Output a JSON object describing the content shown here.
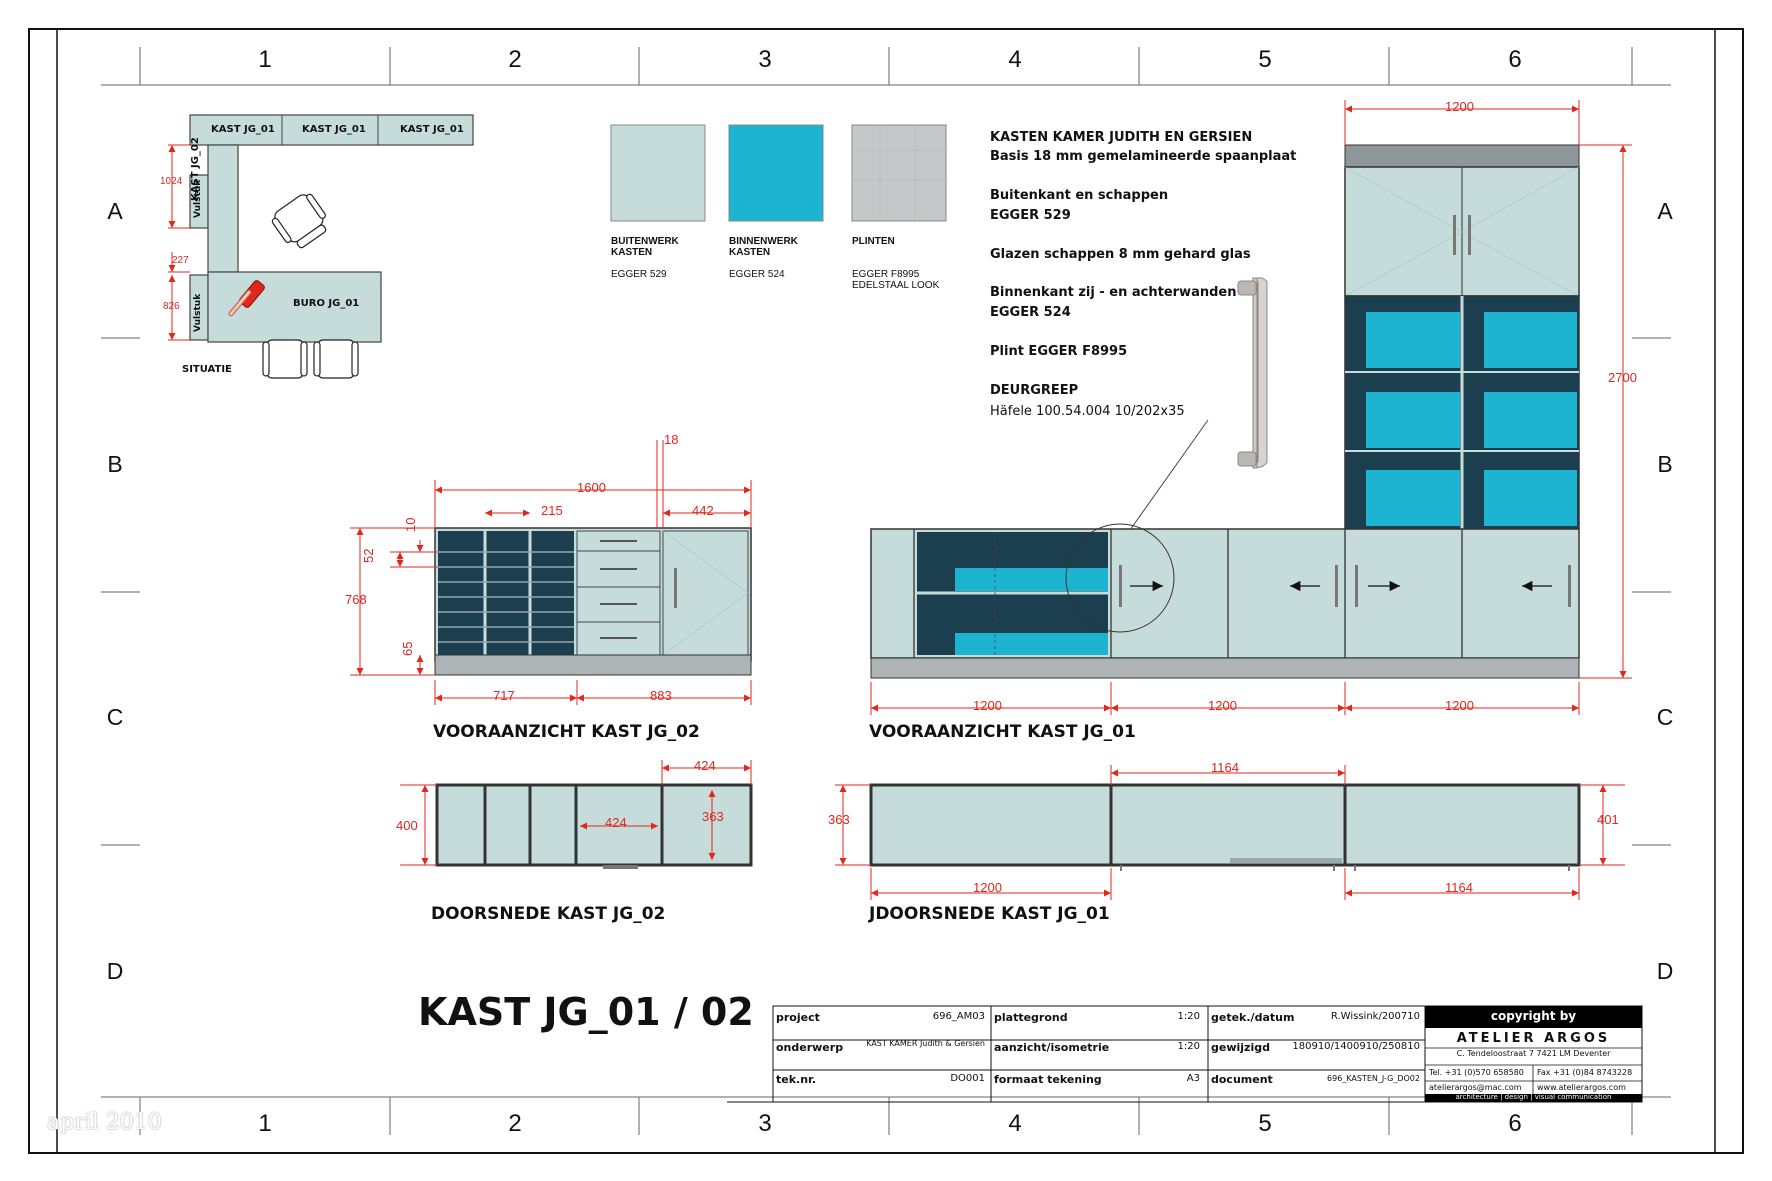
{
  "grid": {
    "columns": [
      "1",
      "2",
      "3",
      "4",
      "5",
      "6"
    ],
    "rows": [
      "A",
      "B",
      "C",
      "D"
    ]
  },
  "situatie": {
    "kast_labels": [
      "KAST JG_01",
      "KAST JG_01",
      "KAST JG_01"
    ],
    "kast_jg02": "KAST JG_02",
    "vulstuk_1": "Vulstuk",
    "vulstuk_2": "Vulstuk",
    "buro": "BURO JG_01",
    "title": "SITUATIE",
    "dim_1024": "1024",
    "dim_227": "227",
    "dim_826": "826"
  },
  "swatches": [
    {
      "label": "BUITENWERK\nKASTEN",
      "value": "EGGER 529",
      "color": "#c6dcdb"
    },
    {
      "label": "BINNENWERK\nKASTEN",
      "value": "EGGER 524",
      "color": "#1cb4d0"
    },
    {
      "label": "PLINTEN",
      "value": "EGGER F8995\nEDELSTAAL LOOK",
      "color": "#c5c7c8"
    }
  ],
  "spec": {
    "title": "KASTEN KAMER JUDITH EN GERSIEN",
    "basis": "Basis 18 mm gemelamineerde spaanplaat",
    "buitenkant": "Buitenkant en schappen",
    "buitenkant_val": "EGGER 529",
    "glazen": "Glazen schappen 8 mm gehard glas",
    "binnenkant": "Binnenkant zij - en achterwanden",
    "binnenkant_val": "EGGER 524",
    "plint": "Plint EGGER F8995",
    "deurgreep": "DEURGREEP",
    "hafele": "Häfele 100.54.004 10/202x35"
  },
  "jg02_front": {
    "title": "VOORAANZICHT KAST JG_02",
    "dims": {
      "d18": "18",
      "d1600": "1600",
      "d215": "215",
      "d442": "442",
      "d10": "10",
      "d52": "52",
      "d768": "768",
      "d65": "65",
      "d717": "717",
      "d883": "883"
    }
  },
  "jg01_front": {
    "title": "VOORAANZICHT KAST JG_01",
    "dims": {
      "d1200_top": "1200",
      "d2700": "2700",
      "d1200_a": "1200",
      "d1200_b": "1200",
      "d1200_c": "1200"
    }
  },
  "jg02_section": {
    "title": "DOORSNEDE KAST JG_02",
    "dims": {
      "d424_top": "424",
      "d424_mid": "424",
      "d400": "400",
      "d363": "363"
    }
  },
  "jg01_section": {
    "title": "JDOORSNEDE KAST JG_01",
    "dims": {
      "d1164_top": "1164",
      "d363": "363",
      "d401": "401",
      "d1200": "1200",
      "d1164_bot": "1164"
    }
  },
  "big_title": "KAST JG_01 / 02",
  "title_block": {
    "project_k": "project",
    "project_v": "696_AM03",
    "onderwerp_k": "onderwerp",
    "onderwerp_v": "KAST KAMER Judith & Gersien",
    "teknr_k": "tek.nr.",
    "teknr_v": "DO001",
    "plattegrond_k": "plattegrond",
    "plattegrond_v": "1:20",
    "aanzicht_k": "aanzicht/isometrie",
    "aanzicht_v": "1:20",
    "formaat_k": "formaat tekening",
    "formaat_v": "A3",
    "getek_k": "getek./datum",
    "getek_v": "R.Wissink/200710",
    "gewijzigd_k": "gewijzigd",
    "gewijzigd_v": "180910/1400910/250810",
    "document_k": "document",
    "document_v": "696_KASTEN_J-G_DO02",
    "copyright": "copyright by",
    "brand": "ATELIER ARGOS",
    "address": "C. Tendeloostraat 7  7421 LM  Deventer",
    "tel": "Tel. +31 (0)570 658580",
    "fax": "Fax +31 (0)84 8743228",
    "email": "atelierargos@mac.com",
    "web": "www.atelierargos.com",
    "disciplines": "architecture  |  design  |  visual communication"
  },
  "watermark": "april 2010"
}
